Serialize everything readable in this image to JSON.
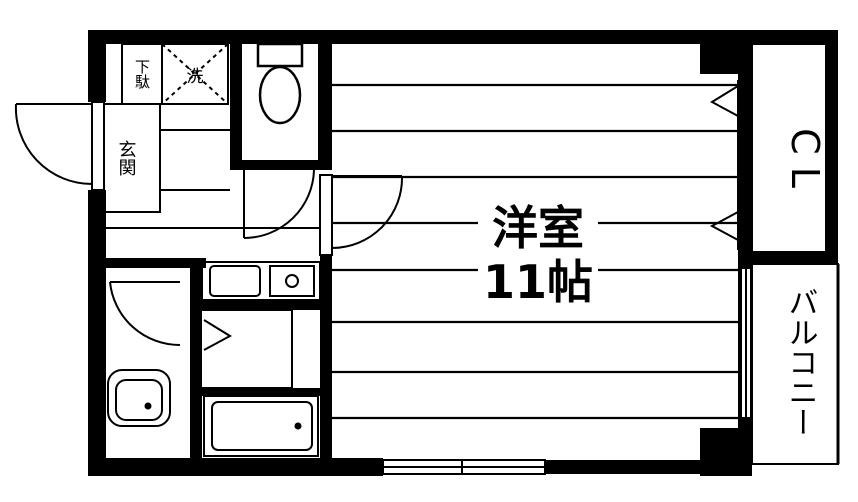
{
  "rooms": {
    "main": {
      "name": "洋室",
      "size": "11帖"
    },
    "closet": "C L",
    "balcony": "バルコニー",
    "entrance": "玄関",
    "shoe_box": "下駄",
    "washer": "洗"
  },
  "colors": {
    "wall": "#000000",
    "floor": "#ffffff",
    "line": "#000000"
  }
}
